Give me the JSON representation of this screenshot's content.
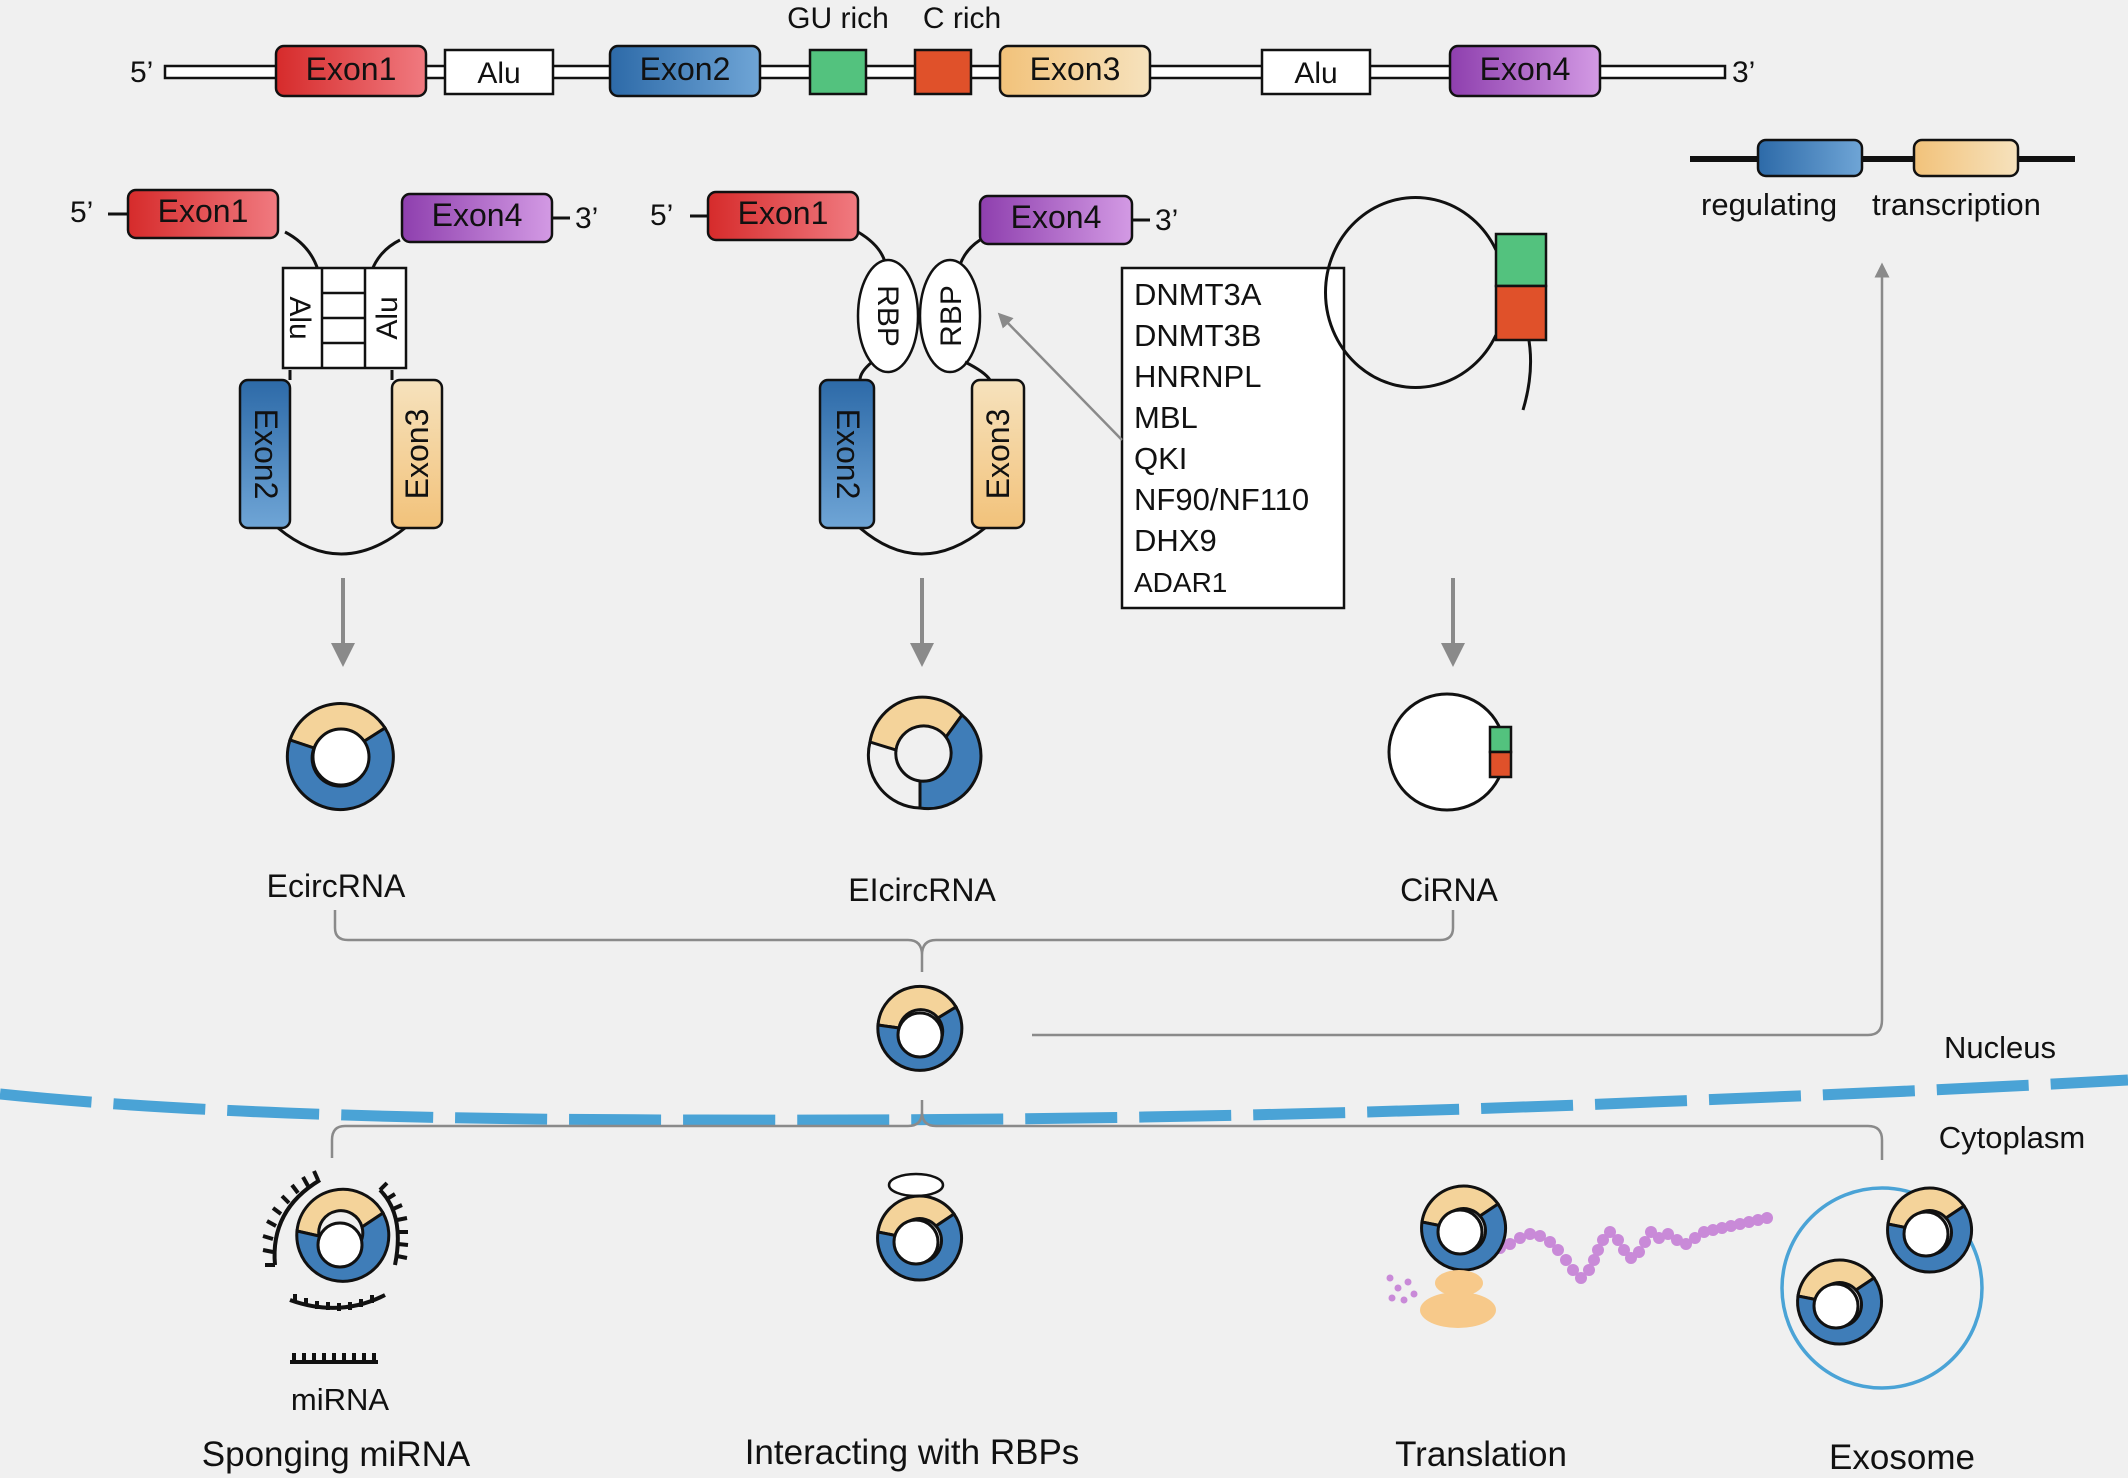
{
  "top_strand": {
    "five_prime": "5’",
    "three_prime": "3’",
    "gu_rich": "GU rich",
    "c_rich": "C rich",
    "exon1": "Exon1",
    "exon2": "Exon2",
    "exon3": "Exon3",
    "exon4": "Exon4",
    "alu": "Alu"
  },
  "ecirc_panel": {
    "five_prime": "5’",
    "three_prime": "3’",
    "exon1": "Exon1",
    "exon2": "Exon2",
    "exon3": "Exon3",
    "exon4": "Exon4",
    "alu": "Alu",
    "product_label": "EcircRNA"
  },
  "eicirc_panel": {
    "five_prime": "5’",
    "three_prime": "3’",
    "exon1": "Exon1",
    "exon2": "Exon2",
    "exon3": "Exon3",
    "exon4": "Exon4",
    "rbp": "RBP",
    "product_label": "EIcircRNA",
    "rbp_list": [
      "DNMT3A",
      "DNMT3B",
      "HNRNPL",
      "MBL",
      "QKI",
      "NF90/NF110",
      "DHX9",
      "ADAR1"
    ]
  },
  "ci_panel": {
    "product_label": "CiRNA"
  },
  "regulation": {
    "label_left": "regulating",
    "label_right": "transcription"
  },
  "compartments": {
    "nucleus": "Nucleus",
    "cytoplasm": "Cytoplasm"
  },
  "functions": {
    "mirna": "miRNA",
    "sponging": "Sponging miRNA",
    "rbp_interaction": "Interacting with RBPs",
    "translation": "Translation",
    "exosome": "Exosome"
  },
  "colors": {
    "background": "#f0f0f0",
    "exon1": "#e8343c",
    "exon2": "#3f7db8",
    "exon3": "#f4d39a",
    "exon4": "#b05fc4",
    "gu_rich": "#53c27e",
    "c_rich": "#e0512a",
    "membrane": "#4aa3d6",
    "arrow": "#8a8a8a",
    "peptide": "#c98ad8",
    "ribosome": "#f7c98a"
  }
}
